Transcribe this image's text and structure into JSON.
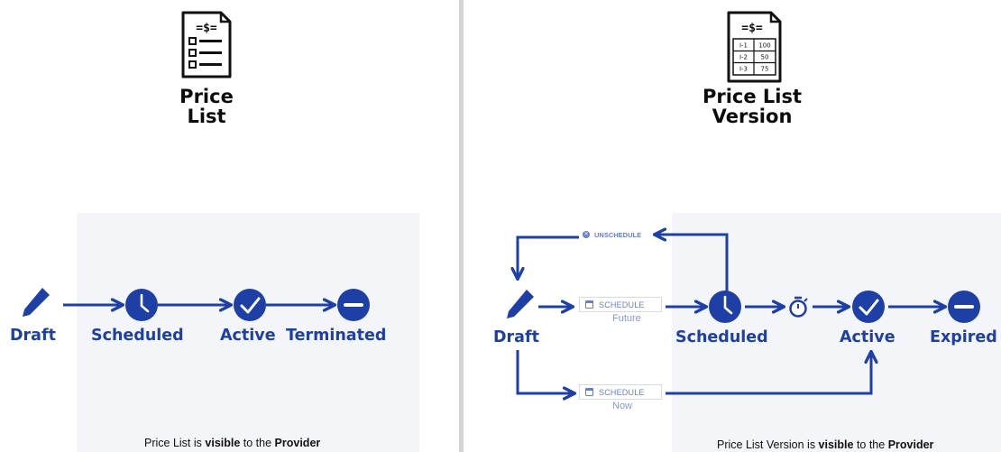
{
  "colors": {
    "primary": "#1e3fa6",
    "panel": "#f3f5f8",
    "muted": "#6b7fc6"
  },
  "left": {
    "title_line1": "Price",
    "title_line2": "List",
    "icon": "price-list-document-icon",
    "states": [
      {
        "label": "Draft",
        "icon": "pencil-icon"
      },
      {
        "label": "Scheduled",
        "icon": "clock-icon"
      },
      {
        "label": "Active",
        "icon": "check-icon"
      },
      {
        "label": "Terminated",
        "icon": "minus-circle-icon"
      }
    ],
    "footer": {
      "pre": "Price List is ",
      "b1": "visible",
      "mid": " to the ",
      "b2": "Provider"
    }
  },
  "right": {
    "title_line1": "Price List",
    "title_line2": "Version",
    "icon": "price-list-version-document-icon",
    "doc_rows": [
      {
        "item": "I-1",
        "value": "100"
      },
      {
        "item": "I-2",
        "value": "50"
      },
      {
        "item": "I-3",
        "value": "75"
      }
    ],
    "states": [
      {
        "label": "Draft",
        "icon": "pencil-icon"
      },
      {
        "label": "Scheduled",
        "icon": "clock-icon"
      },
      {
        "label": "Active",
        "icon": "check-icon"
      },
      {
        "label": "Expired",
        "icon": "minus-circle-icon"
      }
    ],
    "timer_icon": "stopwatch-icon",
    "unschedule_label": "UNSCHEDULE",
    "schedule_future": {
      "label": "SCHEDULE",
      "sub": "Future"
    },
    "schedule_now": {
      "label": "SCHEDULE",
      "sub": "Now"
    },
    "footer": {
      "pre": "Price List Version is ",
      "b1": "visible",
      "mid": " to the ",
      "b2": "Provider"
    }
  }
}
